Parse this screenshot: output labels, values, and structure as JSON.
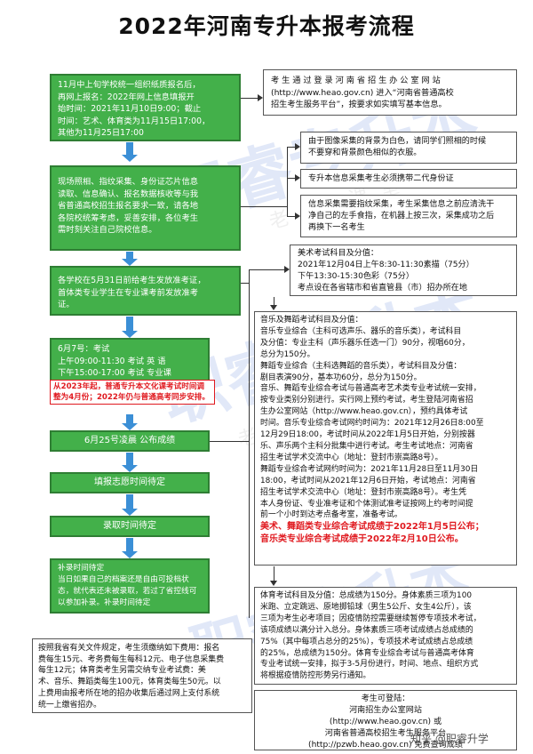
{
  "title": "2022年河南专升本报考流程",
  "watermark": {
    "main": "职睿专升本",
    "sub": "老师 课堂"
  },
  "left_steps": [
    {
      "id": "signup",
      "lines": [
        "11月中上旬学校统一组织纸质报名后，",
        "再网上报名：2022年网上信息填报开",
        "始时间：2021年11月10日9:00；截止",
        "时间：艺术、体育类为11月15日17:00，",
        "其他为11月25日17:00"
      ]
    },
    {
      "id": "collection",
      "lines": [
        "现场照相、指纹采集、身份证芯片信息",
        "读取、信息确认、报名数据核收等与我",
        "省普通高校招生报名要求一致，请各地",
        "各院校统筹考虑，妥善安排，各位考生",
        "需时刻关注自己院校信息。"
      ]
    },
    {
      "id": "admission-ticket",
      "lines": [
        "各学校在5月31日前给考生发放准考证，",
        "首体类专业学生在专业课考前发放准考",
        "证。"
      ]
    },
    {
      "id": "exam",
      "lines": [
        "6月7号：考试",
        "上午09:00-11:30  考试  英  语",
        "下午15:00-17:00  考试  专业课"
      ],
      "red_lines": [
        "从2023年起，普通专升本文化课考试时间调",
        "整为4月份；2022年仍与普通高考同步安排。"
      ]
    },
    {
      "id": "results",
      "text": "6月25号凌晨 公布成绩"
    },
    {
      "id": "fill-wishes",
      "text": "填报志愿时间待定"
    },
    {
      "id": "admission",
      "text": "录取时间待定"
    },
    {
      "id": "supplement",
      "lines": [
        "补录时间待定",
        "当日如果自己的档案还是自由可投档状",
        "态，就代表还未被录取，若过了省控线可",
        "以参加补录。补录时间待定"
      ]
    }
  ],
  "fee_box": [
    "按照我省有关文件规定，考生须缴纳如下费用：报名",
    "费每生15元、考务费每生每科12元、电子信息采集费",
    "每生12元；体育类考生另需交纳专业考试费：美",
    "术、音乐、舞蹈类每生100元，体育类每生50元。以",
    "上费用由报考所在地的招办收集后通过网上支付系统",
    "统一上缴省招办。"
  ],
  "right_boxes": {
    "register": [
      "考 生 通 过 登 录 河 南 省 招 生 办 公 室 网 站",
      "(http://www.heao.gov.cn) 进入“河南省普通高校",
      "招生考生服务平台”，按要求如实填写基本信息。"
    ],
    "photo": [
      "由于图像采集的背景为白色，请同学们照相的时候",
      "不要穿和背景颜色相似的衣服。"
    ],
    "idcard": [
      "专升本信息采集考生必须携带二代身份证"
    ],
    "fingerprint": [
      "信息采集需要指纹采集，考生采集信息之前应清洗干",
      "净自己的左手食指，在机器上按三次，采集成功之后",
      "再换下一名考生"
    ],
    "art": [
      "美术考试科目及分值：",
      "2021年12月04日上午8:30-11:30素描（75分）",
      "下午13:30-15:30色彩（75分）",
      "考点设在各省辖市和省直管县（市）招办所在地"
    ],
    "music": [
      "音乐及舞蹈考试科目及分值：",
      "音乐专业综合（主科可选声乐、器乐的音乐类），考试科目",
      "及分值：专业主科（声乐器乐任选一门）90分，视唱60分，",
      "总分为150分。",
      "舞蹈专业综合（主科选舞蹈的音乐类），考试科目及分值：",
      "剧目表演90分，基本功60分，总分为150分。",
      "音乐、舞蹈专业综合考试与普通高考艺术类专业考试统一安排，",
      "按专业类别分别进行。实行网上预约考试，考生登陆河南省招",
      "生办公室网站（http://www.heao.gov.cn），预约具体考试",
      "时间。音乐专业综合考试网约时间为：2021年12月26日8:00至",
      "12月29日18:00，考试时间从2022年1月5日开始，分别按器",
      "乐、声乐两个主科分批集中进行考试。考生考试地点：河南省",
      "招生考试学术交流中心（地址：登封市崇高路8号）。",
      "舞蹈专业综合考试网约时间为：2021年11月28日至11月30日",
      "18:00，考试时间从2021年12月6日开始，考试地点：河南省",
      "招生考试学术交流中心（地址：登封市崇高路8号）。考生凭",
      "本人身份证、专业准考证和个体测试准考证按网上约考时间提",
      "前一个小时到达考点备考室，准备考试。"
    ],
    "music_red": [
      "美术、舞蹈类专业综合考试成绩于2022年1月5日公布；",
      "音乐类专业综合考试成绩于2022年2月10日公布。"
    ],
    "sports": [
      "体育考试科目及分值：总成绩为150分。身体素质三项为100",
      "米跑、立定跳远、原地掷铅球（男生5公斤、女生4公斤），该",
      "三项为考生必考项目；因疫情防控需要继续暂停专项技术考试，",
      "该项成绩以满分计入总分。身体素质三项考试成绩占总成绩的",
      "75%（其中每项占总分的25%），专项技术考试成绩占总成绩",
      "的25%，总成绩为150分。体育专业综合考试与普通高考体育",
      "专业考试统一安排，拟于3-5月份进行，时间、地点、组织方式",
      "将根据疫情防控形势另行通知。"
    ],
    "query": [
      "考生可登陆：",
      "河南招生办公室网站",
      "(http://www.heao.gov.cn) 或",
      "河南省普通高校招生考生服务平台",
      "(http://pzwb.heao.gov.cn) 免费查询成绩"
    ]
  },
  "logo_text": "知乎 @职睿升学",
  "colors": {
    "green": "#43b04a",
    "arrow_blue": "#3b8fd6",
    "red_note": "#e0191f",
    "yellow_note": "#ffe04b"
  }
}
